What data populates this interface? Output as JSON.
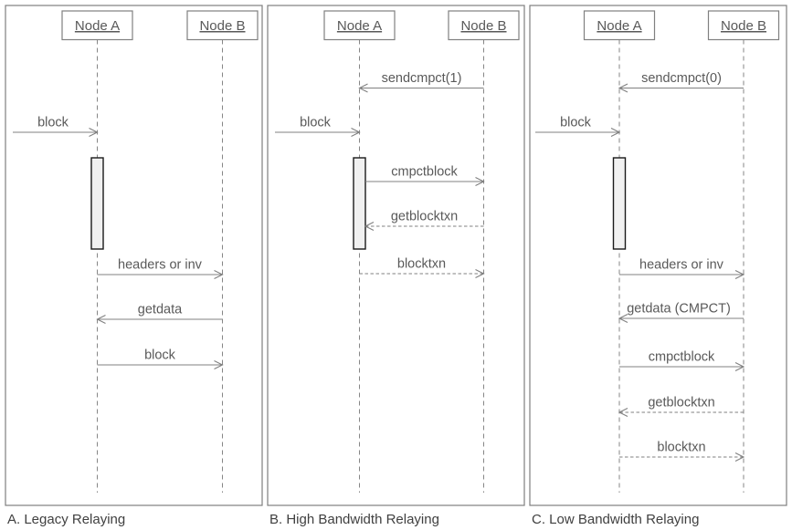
{
  "diagram": {
    "panels": [
      {
        "caption": "A. Legacy Relaying",
        "nodes": [
          "Node A",
          "Node B"
        ],
        "messages": [
          {
            "label": "block",
            "from": "external",
            "to": "Node A",
            "line": "solid"
          },
          {
            "label": "headers or inv",
            "from": "Node A",
            "to": "Node B",
            "line": "solid"
          },
          {
            "label": "getdata",
            "from": "Node B",
            "to": "Node A",
            "line": "solid"
          },
          {
            "label": "block",
            "from": "Node A",
            "to": "Node B",
            "line": "solid"
          }
        ]
      },
      {
        "caption": "B. High Bandwidth Relaying",
        "nodes": [
          "Node A",
          "Node B"
        ],
        "messages": [
          {
            "label": "sendcmpct(1)",
            "from": "Node B",
            "to": "Node A",
            "line": "solid"
          },
          {
            "label": "block",
            "from": "external",
            "to": "Node A",
            "line": "solid"
          },
          {
            "label": "cmpctblock",
            "from": "Node A",
            "to": "Node B",
            "line": "solid"
          },
          {
            "label": "getblocktxn",
            "from": "Node B",
            "to": "Node A",
            "line": "dashed"
          },
          {
            "label": "blocktxn",
            "from": "Node A",
            "to": "Node B",
            "line": "dashed"
          }
        ]
      },
      {
        "caption": "C. Low Bandwidth Relaying",
        "nodes": [
          "Node A",
          "Node B"
        ],
        "messages": [
          {
            "label": "sendcmpct(0)",
            "from": "Node B",
            "to": "Node A",
            "line": "solid"
          },
          {
            "label": "block",
            "from": "external",
            "to": "Node A",
            "line": "solid"
          },
          {
            "label": "headers or inv",
            "from": "Node A",
            "to": "Node B",
            "line": "solid"
          },
          {
            "label": "getdata (CMPCT)",
            "from": "Node B",
            "to": "Node A",
            "line": "solid"
          },
          {
            "label": "cmpctblock",
            "from": "Node A",
            "to": "Node B",
            "line": "solid"
          },
          {
            "label": "getblocktxn",
            "from": "Node B",
            "to": "Node A",
            "line": "dashed"
          },
          {
            "label": "blocktxn",
            "from": "Node A",
            "to": "Node B",
            "line": "dashed"
          }
        ]
      }
    ],
    "colors": {
      "panel_border": "#7f7f7f",
      "arrow_line": "#808080",
      "label_text": "#595959",
      "caption_text": "#404040",
      "activation_fill": "#f1f1f1",
      "activation_border": "#1a1a1a"
    }
  }
}
